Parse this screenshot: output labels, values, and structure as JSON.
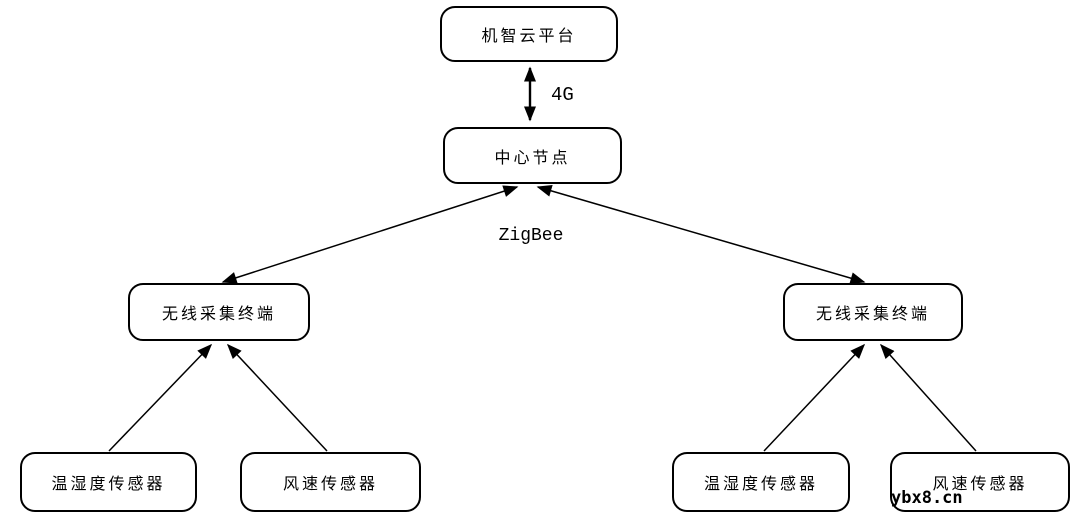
{
  "diagram": {
    "type": "network-topology",
    "nodes": {
      "cloud": {
        "label": "机智云平台"
      },
      "center": {
        "label": "中心节点"
      },
      "terminal_left": {
        "label": "无线采集终端"
      },
      "terminal_right": {
        "label": "无线采集终端"
      },
      "sensor_temp_left": {
        "label": "温湿度传感器"
      },
      "sensor_wind_left": {
        "label": "风速传感器"
      },
      "sensor_temp_right": {
        "label": "温湿度传感器"
      },
      "sensor_wind_right": {
        "label": "风速传感器"
      }
    },
    "links": {
      "cloud_center": {
        "label": "4G",
        "style": "double-arrow"
      },
      "center_terminals": {
        "label": "ZigBee",
        "style": "double-arrow"
      },
      "sensors_to_terminal": {
        "style": "single-arrow-up"
      }
    },
    "colors": {
      "line": "#000000",
      "box_border": "#000000",
      "box_fill": "#ffffff",
      "text": "#000000"
    }
  },
  "watermark": {
    "text": "ybx8.cn"
  }
}
